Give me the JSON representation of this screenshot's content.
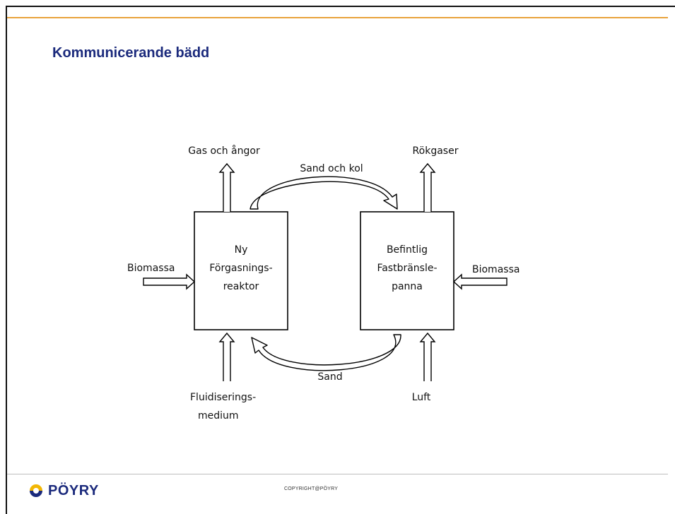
{
  "slide": {
    "title": "Kommunicerande bädd",
    "copyright": "COPYRIGHT@PÖYRY",
    "logo_text": "PÖYRY"
  },
  "colors": {
    "title": "#1B2A7C",
    "accent_rule": "#E8A33C",
    "logo_yellow": "#F2B705",
    "logo_blue": "#1B2A7C"
  },
  "diagram": {
    "left_box_lines": [
      "Ny",
      "Förgasnings-",
      "reaktor"
    ],
    "right_box_lines": [
      "Befintlig",
      "Fastbränsle-",
      "panna"
    ],
    "top_left_output": "Gas och ångor",
    "top_right_output": "Rökgaser",
    "top_flow": "Sand och kol",
    "bottom_flow": "Sand",
    "left_input": "Biomassa",
    "right_input": "Biomassa",
    "bottom_left_input_lines": [
      "Fluidiserings-",
      "medium"
    ],
    "bottom_right_input": "Luft"
  }
}
